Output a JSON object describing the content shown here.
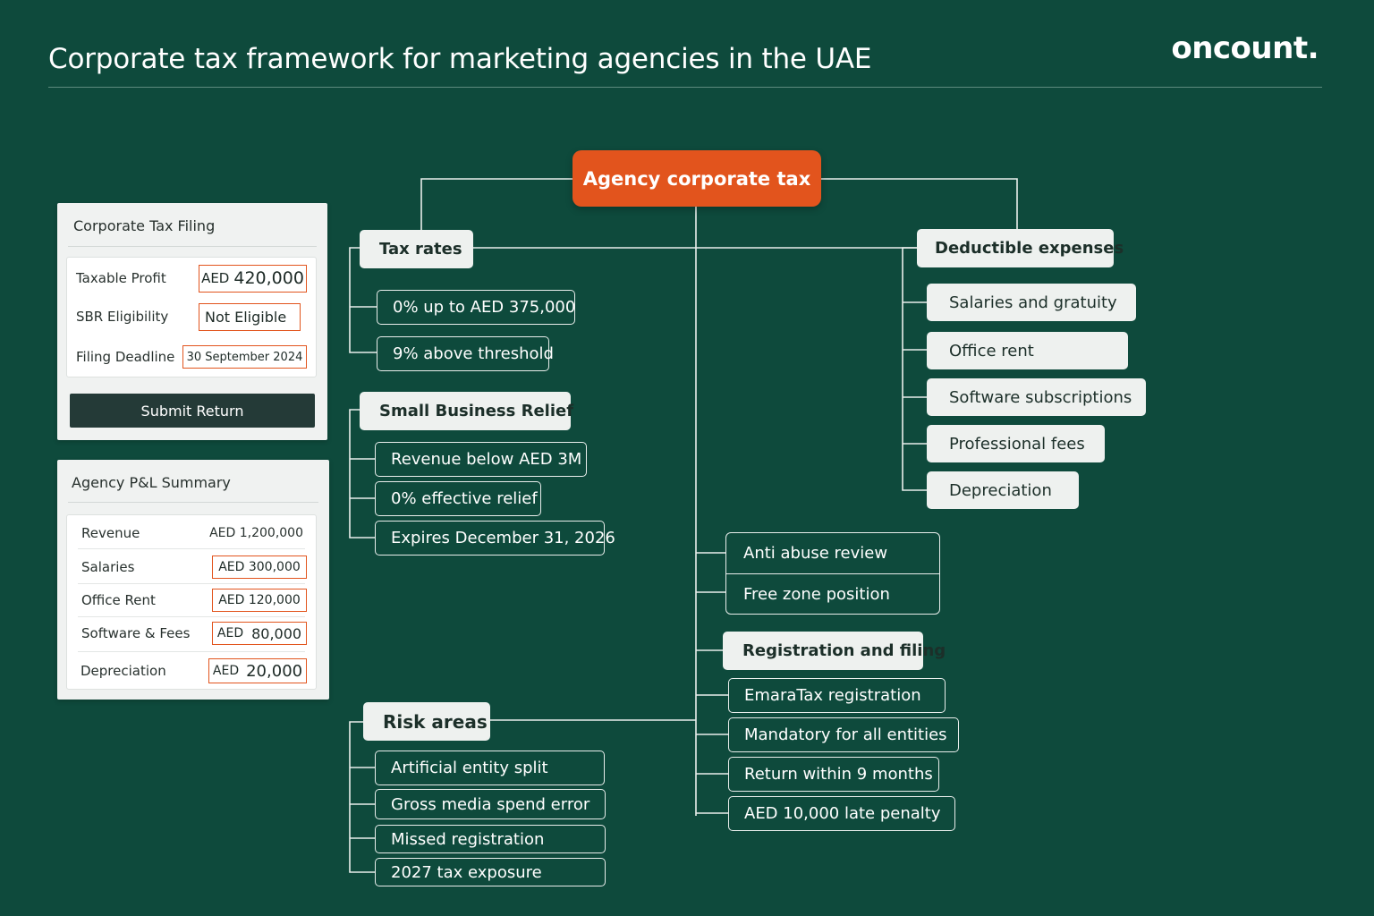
{
  "header": {
    "title": "Corporate tax framework for marketing agencies in the UAE",
    "brand": "oncount."
  },
  "colors": {
    "background": "#0e4a3c",
    "accent": "#e2541d",
    "node_light": "#eef1ef",
    "button_dark": "#243a37"
  },
  "diagram": {
    "root": "Agency corporate tax",
    "tax_rates": {
      "label": "Tax rates",
      "items": [
        "0% up to AED 375,000",
        "9% above threshold"
      ]
    },
    "small_business_relief": {
      "label": "Small Business Relief",
      "items": [
        "Revenue below AED 3M",
        "0% effective relief",
        "Expires December 31, 2026"
      ]
    },
    "deductible_expenses": {
      "label": "Deductible expenses",
      "items": [
        "Salaries and gratuity",
        "Office rent",
        "Software subscriptions",
        "Professional fees",
        "Depreciation"
      ]
    },
    "review": {
      "items": [
        "Anti abuse review",
        "Free zone position"
      ]
    },
    "registration": {
      "label": "Registration and filing",
      "items": [
        "EmaraTax registration",
        "Mandatory for all entities",
        "Return within 9 months",
        "AED 10,000 late penalty"
      ]
    },
    "risk_areas": {
      "label": "Risk areas",
      "items": [
        "Artificial entity split",
        "Gross media spend error",
        "Missed registration",
        "2027 tax exposure"
      ]
    }
  },
  "filing_card": {
    "title": "Corporate Tax Filing",
    "rows": [
      {
        "label": "Taxable Profit",
        "value_prefix": "AED",
        "value": "420,000"
      },
      {
        "label": "SBR Eligibility",
        "value": "Not Eligible"
      },
      {
        "label": "Filing Deadline",
        "value": "30 September 2024"
      }
    ],
    "submit_label": "Submit Return"
  },
  "pl_card": {
    "title": "Agency P&L Summary",
    "rows": [
      {
        "label": "Revenue",
        "value": "AED 1,200,000"
      },
      {
        "label": "Salaries",
        "value": "AED 300,000"
      },
      {
        "label": "Office Rent",
        "value": "AED 120,000"
      },
      {
        "label": "Software & Fees",
        "value_prefix": "AED",
        "value": "80,000"
      },
      {
        "label": "Depreciation",
        "value_prefix": "AED",
        "value": "20,000"
      }
    ]
  }
}
